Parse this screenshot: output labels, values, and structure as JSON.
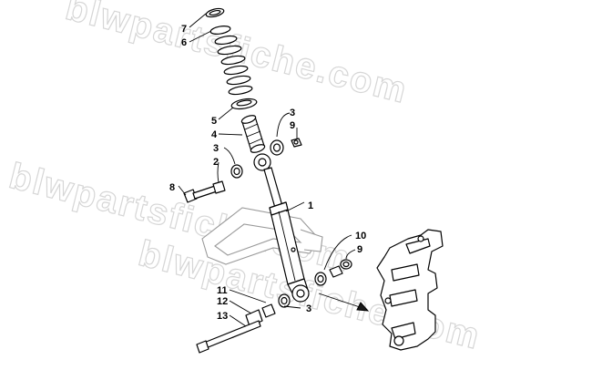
{
  "watermark": {
    "text": "blwpartsfiche.com",
    "repeats": [
      "blwpartsfiche.com",
      "blwpartsfiche.com",
      "blwpartsfiche.com"
    ]
  },
  "callouts": [
    {
      "id": "c7",
      "label": "7"
    },
    {
      "id": "c6",
      "label": "6"
    },
    {
      "id": "c5",
      "label": "5"
    },
    {
      "id": "c4",
      "label": "4"
    },
    {
      "id": "c3a",
      "label": "3"
    },
    {
      "id": "c9a",
      "label": "9"
    },
    {
      "id": "c3b",
      "label": "3"
    },
    {
      "id": "c2",
      "label": "2"
    },
    {
      "id": "c8",
      "label": "8"
    },
    {
      "id": "c1",
      "label": "1"
    },
    {
      "id": "c10",
      "label": "10"
    },
    {
      "id": "c9b",
      "label": "9"
    },
    {
      "id": "c11",
      "label": "11"
    },
    {
      "id": "c12",
      "label": "12"
    },
    {
      "id": "c13",
      "label": "13"
    },
    {
      "id": "c3c",
      "label": "3"
    }
  ]
}
